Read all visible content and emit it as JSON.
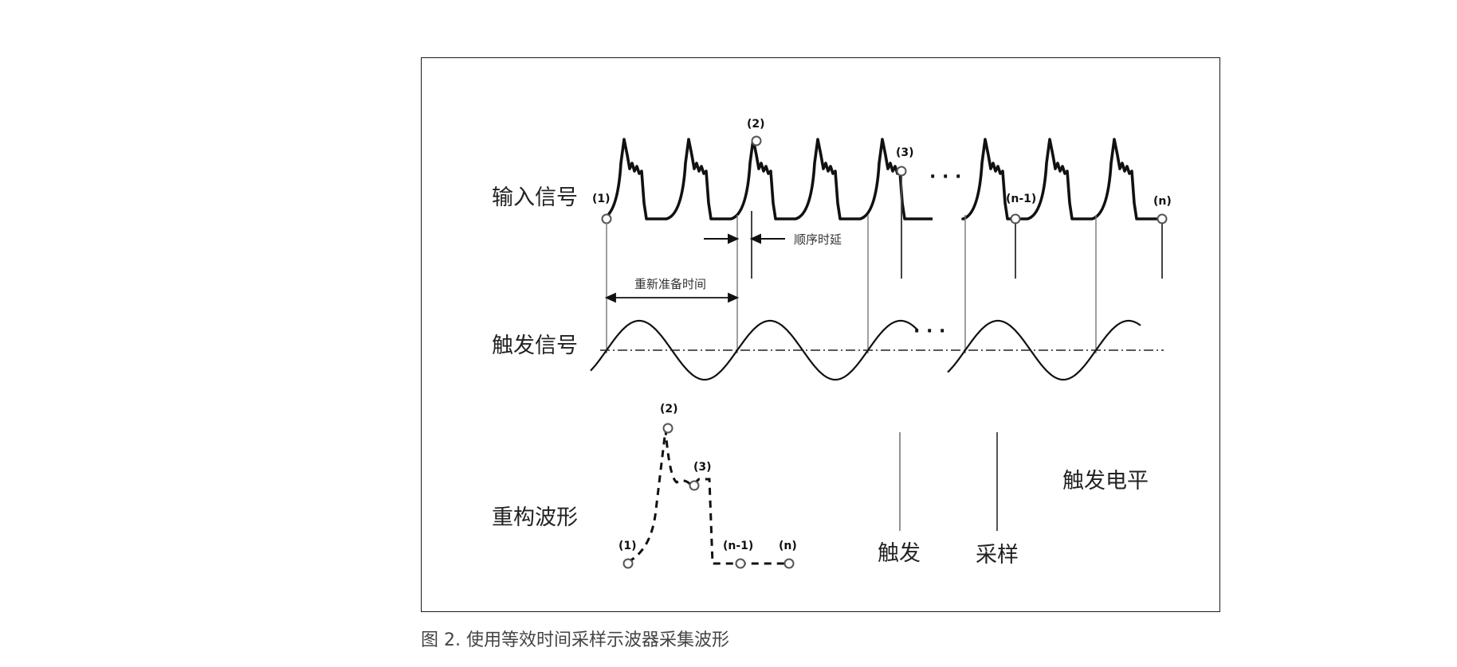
{
  "diagram": {
    "labels": {
      "input_signal": "输入信号",
      "trigger_signal": "触发信号",
      "reconstructed": "重构波形",
      "sequential_delay": "顺序时延",
      "rearm_time": "重新准备时间",
      "trigger_level": "触发电平",
      "trigger": "触发",
      "sample": "采样"
    },
    "points": {
      "p1": "(1)",
      "p2": "(2)",
      "p3": "(3)",
      "pn1": "(n-1)",
      "pn": "(n)"
    },
    "ellipsis": "· · ·"
  },
  "caption": "图 2. 使用等效时间采样示波器采集波形"
}
